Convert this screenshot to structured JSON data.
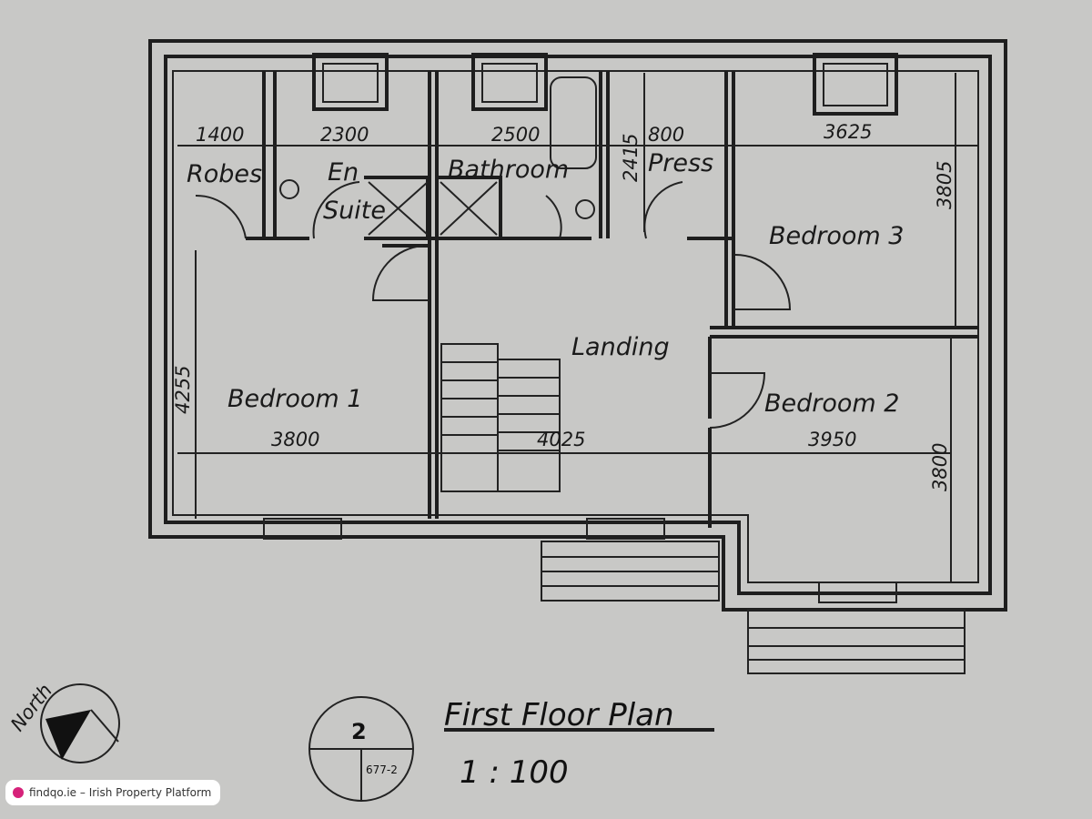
{
  "rooms": {
    "robes": "Robes",
    "en_suite_1": "En",
    "en_suite_2": "Suite",
    "bathroom": "Bathroom",
    "press": "Press",
    "bedroom3": "Bedroom 3",
    "landing": "Landing",
    "bedroom1": "Bedroom 1",
    "bedroom2": "Bedroom 2"
  },
  "dimensions": {
    "robes_w": "1400",
    "en_suite_w": "2300",
    "bathroom_w": "2500",
    "bathroom_d": "2415",
    "press_w": "800",
    "bedroom3_w": "3625",
    "bedroom3_d": "3805",
    "bedroom1_w": "3800",
    "bedroom1_d": "4255",
    "landing_w": "4025",
    "bedroom2_w": "3950",
    "bedroom2_d": "3800"
  },
  "north_label": "North",
  "section_marker": {
    "number": "2",
    "sheet": "677-2"
  },
  "title": "First Floor Plan",
  "scale": "1 : 100",
  "badge": "findqo.ie – Irish Property Platform",
  "colors": {
    "paper": "#c8c8c6",
    "ink": "#1e1e1e",
    "badge_icon": "#d6227a"
  }
}
